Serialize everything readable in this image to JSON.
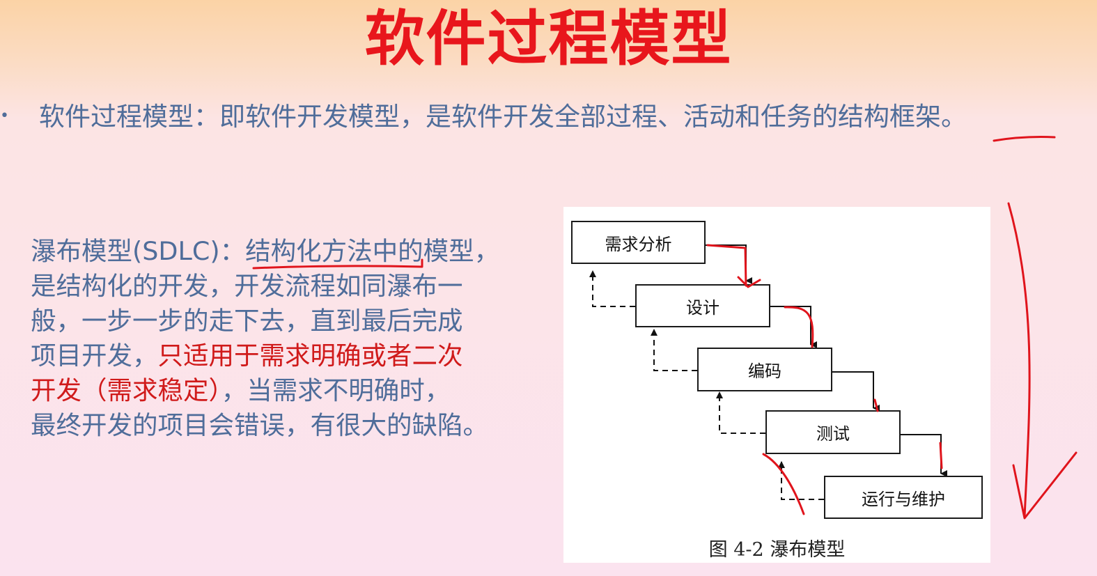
{
  "slide": {
    "title": "软件过程模型",
    "bullet_symbol": "•",
    "definition": "软件过程模型：即软件开发模型，是软件开发全部过程、活动和任务的结构框架。"
  },
  "waterfall_text": {
    "line1_a": "瀑布模型(SDLC)：",
    "line1_b": "结构化方法中",
    "line1_c": "的模型，",
    "line2": "是结构化的开发，开发流程如同瀑布一",
    "line3": "般，一步一步的走下去，直到最后完成",
    "line4_a": "项目开发，",
    "line4_b": "只适用于需求明确或者二次",
    "line5_a": "开发（需求稳定）",
    "line5_b": "，当需求不明确时，",
    "line6": "最终开发的项目会错误，有很大的缺陷。"
  },
  "figure": {
    "stages": [
      "需求分析",
      "设计",
      "编码",
      "测试",
      "运行与维护"
    ],
    "caption": "图 4-2    瀑布模型"
  },
  "colors": {
    "title": "#e8161c",
    "body_text": "#4f6d9a",
    "highlight_text": "#d01a1a",
    "annotation_ink": "#e0141c"
  }
}
